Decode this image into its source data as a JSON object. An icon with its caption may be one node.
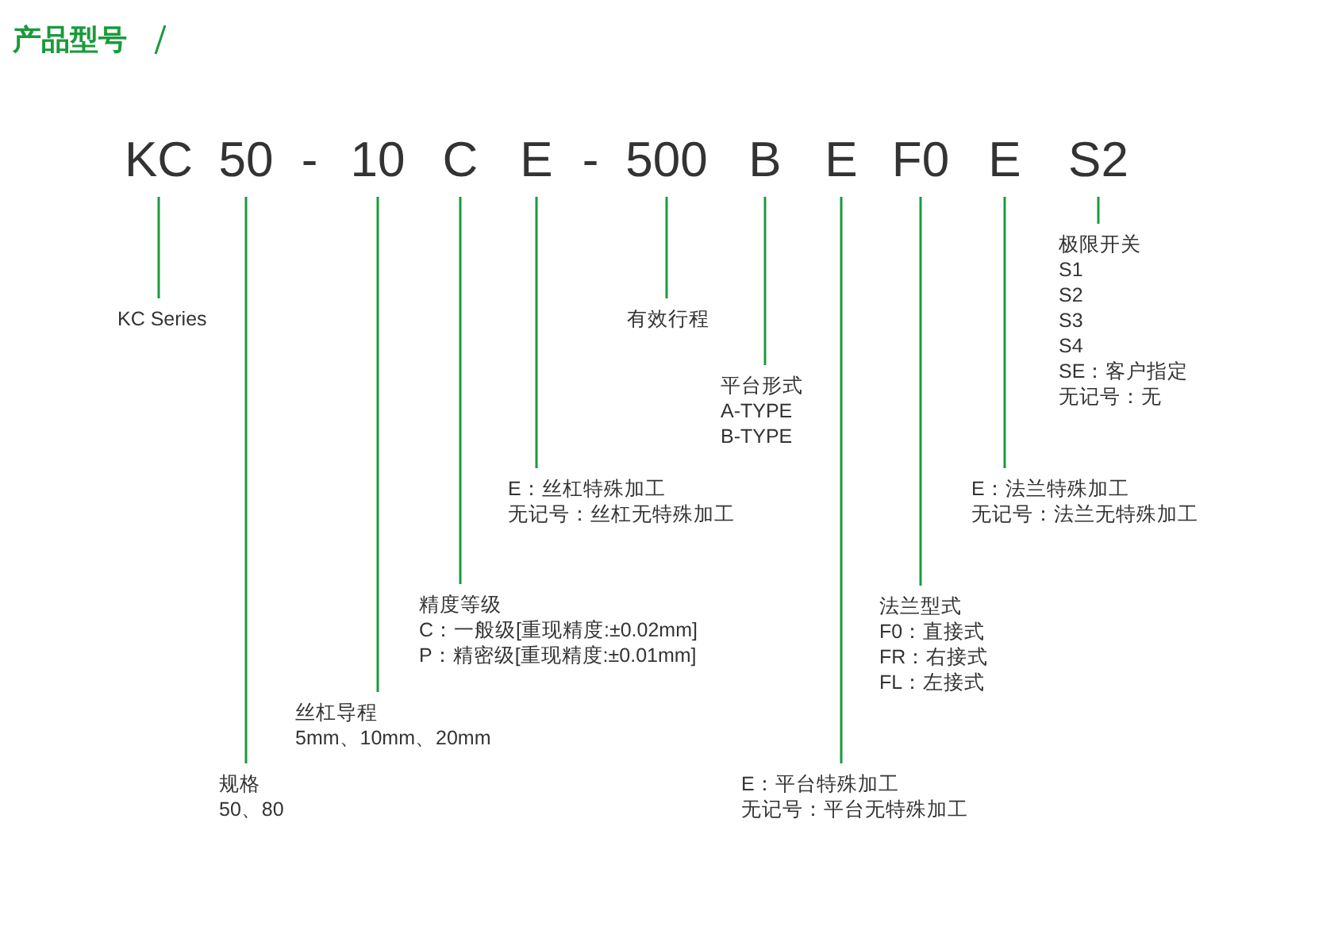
{
  "diagram": {
    "title": "产品型号",
    "nodes": [
      {
        "text": [
          "KC"
        ]
      },
      {
        "text": [
          "50"
        ]
      },
      {
        "text": [
          "10"
        ]
      },
      {
        "text": [
          "C"
        ]
      },
      {
        "text": [
          "E"
        ]
      },
      {
        "text": [
          "500"
        ]
      },
      {
        "text": [
          "B"
        ]
      },
      {
        "text": [
          "E"
        ]
      },
      {
        "text": [
          "F0"
        ]
      },
      {
        "text": [
          "E"
        ]
      },
      {
        "text": [
          "S2"
        ]
      },
      {
        "text": [
          "KC Series"
        ]
      },
      {
        "text": [
          "规格",
          "50、80"
        ]
      },
      {
        "text": [
          "丝杠导程",
          "5mm、10mm、20mm"
        ]
      },
      {
        "text": [
          "精度等级",
          "C：一般级[重现精度:±0.02mm]",
          "P：精密级[重现精度:±0.01mm]"
        ]
      },
      {
        "text": [
          "E：丝杠特殊加工",
          "无记号：丝杠无特殊加工"
        ]
      },
      {
        "text": [
          "有效行程"
        ]
      },
      {
        "text": [
          "平台形式",
          "A-TYPE",
          "B-TYPE"
        ]
      },
      {
        "text": [
          "E：平台特殊加工",
          "无记号：平台无特殊加工"
        ]
      },
      {
        "text": [
          "法兰型式",
          "F0：直接式",
          "FR：右接式",
          "FL：左接式"
        ]
      },
      {
        "text": [
          "E：法兰特殊加工",
          "无记号：法兰无特殊加工"
        ]
      },
      {
        "text": [
          "极限开关",
          "S1",
          "S2",
          "S3",
          "S4",
          "SE：客户指定",
          "无记号：无"
        ]
      }
    ],
    "edges": [
      {
        "from": 0,
        "to": 11,
        "arrow": "none"
      },
      {
        "from": 1,
        "to": 12,
        "arrow": "none"
      },
      {
        "from": 2,
        "to": 13,
        "arrow": "none"
      },
      {
        "from": 3,
        "to": 14,
        "arrow": "none"
      },
      {
        "from": 4,
        "to": 15,
        "arrow": "none"
      },
      {
        "from": 5,
        "to": 16,
        "arrow": "none"
      },
      {
        "from": 6,
        "to": 17,
        "arrow": "none"
      },
      {
        "from": 7,
        "to": 18,
        "arrow": "none"
      },
      {
        "from": 8,
        "to": 19,
        "arrow": "none"
      },
      {
        "from": 9,
        "to": 20,
        "arrow": "none"
      },
      {
        "from": 10,
        "to": 21,
        "arrow": "none"
      }
    ],
    "labels": [
      "-",
      "-"
    ]
  }
}
